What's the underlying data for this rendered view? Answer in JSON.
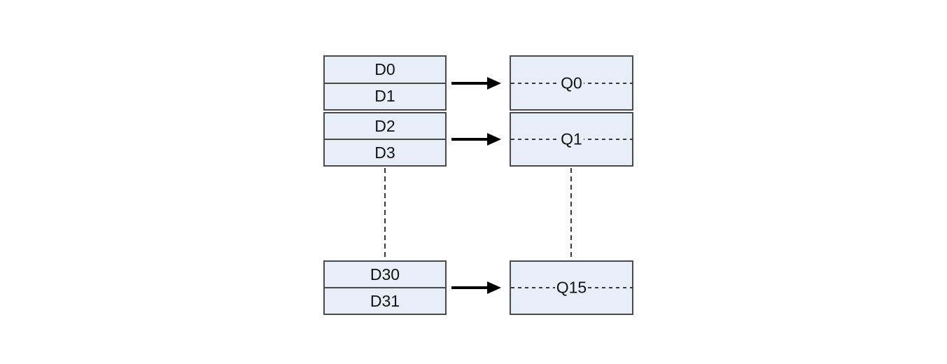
{
  "diagram": {
    "description": "D-to-Q register mapping diagram",
    "d_groups": [
      {
        "id": "d0-d1",
        "rows": [
          "D0",
          "D1"
        ]
      },
      {
        "id": "d2-d3",
        "rows": [
          "D2",
          "D3"
        ]
      },
      {
        "id": "d30-d31",
        "rows": [
          "D30",
          "D31"
        ]
      }
    ],
    "q_boxes": [
      {
        "id": "q0",
        "label": "Q0"
      },
      {
        "id": "q1",
        "label": "Q1"
      },
      {
        "id": "q15",
        "label": "Q15"
      }
    ],
    "connectors": {
      "arrows": 3,
      "continuation_dashes": 2
    },
    "colors": {
      "box_fill": "#e8eef7",
      "box_border": "#4a4a4a",
      "dash_line": "#3a3a3a",
      "arrow": "#000000",
      "text": "#111111",
      "background": "#ffffff"
    }
  }
}
